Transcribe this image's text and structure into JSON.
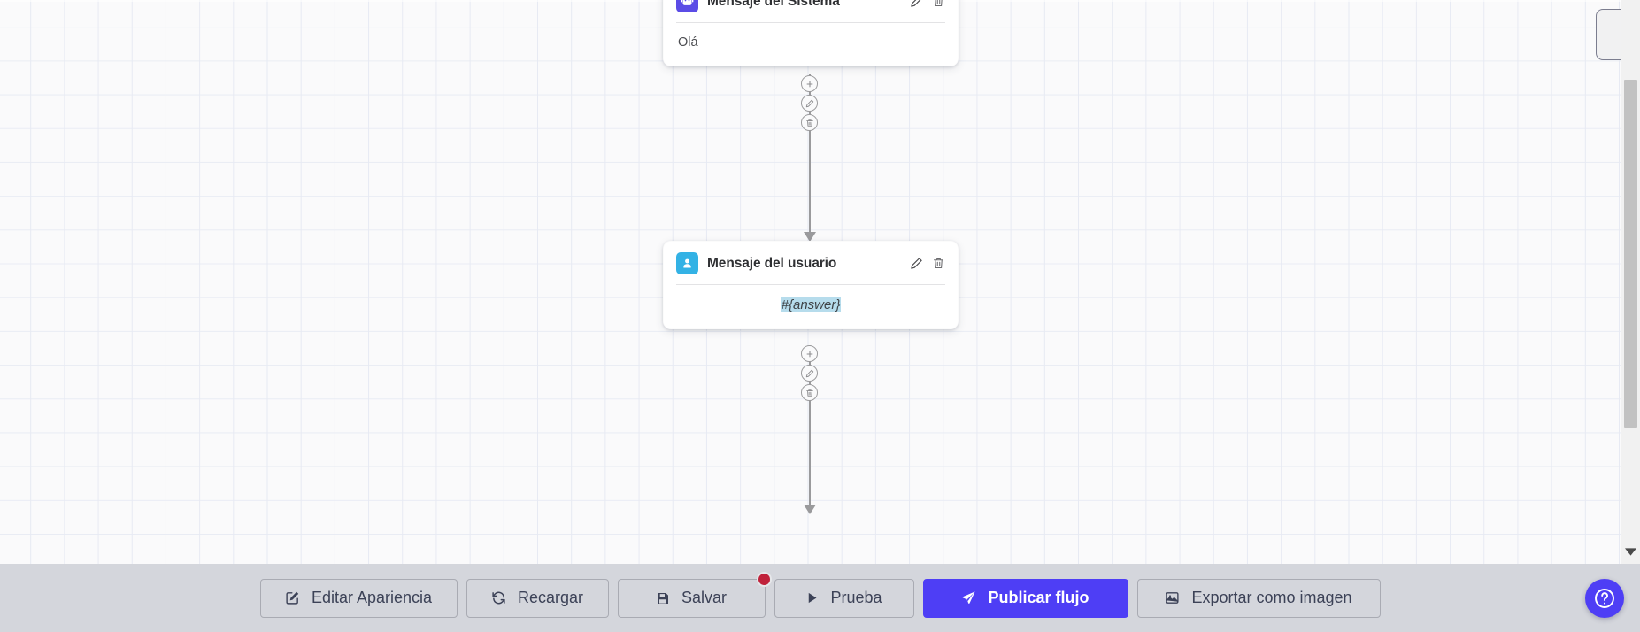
{
  "canvas": {
    "background_color": "#fafafb",
    "grid_line_color": "#e7eaf3"
  },
  "nodes": [
    {
      "id": "system-message",
      "title": "Mensaje del Sistema",
      "avatar_icon": "robot-icon",
      "avatar_color": "#5b4ce6",
      "body_text": "Olá",
      "body_align": "left",
      "edit_icon": "pencil-icon",
      "delete_icon": "trash-icon"
    },
    {
      "id": "user-message",
      "title": "Mensaje del usuario",
      "avatar_icon": "person-icon",
      "avatar_color": "#33b2e5",
      "body_text": "#{answer}",
      "body_align": "center",
      "edit_icon": "pencil-icon",
      "delete_icon": "trash-icon"
    }
  ],
  "connectors": [
    {
      "id": "connector-1",
      "buttons": [
        {
          "name": "add-node-button",
          "icon": "plus-icon"
        },
        {
          "name": "edit-connector-button",
          "icon": "pencil-icon"
        },
        {
          "name": "delete-connector-button",
          "icon": "trash-icon"
        }
      ]
    },
    {
      "id": "connector-2",
      "buttons": [
        {
          "name": "add-node-button",
          "icon": "plus-icon"
        },
        {
          "name": "edit-connector-button",
          "icon": "pencil-icon"
        },
        {
          "name": "delete-connector-button",
          "icon": "trash-icon"
        }
      ]
    }
  ],
  "toolbar": {
    "background_color": "#d4d6dc",
    "buttons": [
      {
        "id": "editar-apariencia",
        "label": "Editar Apariencia",
        "icon": "edit-square-icon",
        "primary": false,
        "badge": false
      },
      {
        "id": "recargar",
        "label": "Recargar",
        "icon": "refresh-icon",
        "primary": false,
        "badge": false
      },
      {
        "id": "salvar",
        "label": "Salvar",
        "icon": "save-icon",
        "primary": false,
        "badge": true
      },
      {
        "id": "prueba",
        "label": "Prueba",
        "icon": "play-icon",
        "primary": false,
        "badge": false
      },
      {
        "id": "publicar-flujo",
        "label": "Publicar flujo",
        "icon": "rocket-icon",
        "primary": true,
        "badge": false
      },
      {
        "id": "exportar-como-imagen",
        "label": "Exportar como imagen",
        "icon": "image-icon",
        "primary": false,
        "badge": false
      }
    ],
    "badge_color": "#c0223b",
    "primary_color": "#4e3ef5"
  },
  "help": {
    "icon": "question-circle-icon",
    "color": "#4e3ef5"
  },
  "scrollbar": {
    "track_color": "#f1f1f1",
    "thumb_color": "#c2c2c2",
    "down_arrow_icon": "chevron-down-icon"
  }
}
